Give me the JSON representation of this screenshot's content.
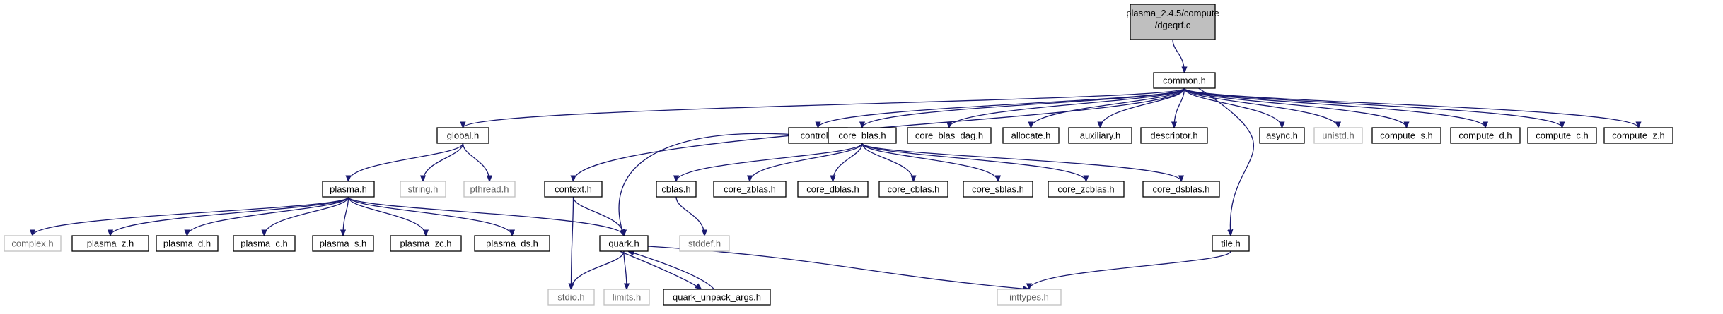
{
  "graph": {
    "root": {
      "id": "root",
      "lines": [
        "plasma_2.4.5/compute",
        "/dgeqrf.c"
      ]
    },
    "nodes": [
      {
        "id": "common",
        "label": "common.h"
      },
      {
        "id": "global",
        "label": "global.h"
      },
      {
        "id": "context",
        "label": "context.h"
      },
      {
        "id": "control",
        "label": "control.h"
      },
      {
        "id": "core_blas",
        "label": "core_blas.h"
      },
      {
        "id": "core_blas_dag",
        "label": "core_blas_dag.h"
      },
      {
        "id": "allocate",
        "label": "allocate.h"
      },
      {
        "id": "auxiliary",
        "label": "auxiliary.h"
      },
      {
        "id": "descriptor",
        "label": "descriptor.h"
      },
      {
        "id": "tile",
        "label": "tile.h"
      },
      {
        "id": "async",
        "label": "async.h"
      },
      {
        "id": "unistd",
        "label": "unistd.h",
        "external": true
      },
      {
        "id": "compute_s",
        "label": "compute_s.h"
      },
      {
        "id": "compute_d",
        "label": "compute_d.h"
      },
      {
        "id": "compute_c",
        "label": "compute_c.h"
      },
      {
        "id": "compute_z",
        "label": "compute_z.h"
      },
      {
        "id": "plasma",
        "label": "plasma.h"
      },
      {
        "id": "string",
        "label": "string.h",
        "external": true
      },
      {
        "id": "pthread",
        "label": "pthread.h",
        "external": true
      },
      {
        "id": "cblas",
        "label": "cblas.h"
      },
      {
        "id": "core_zblas",
        "label": "core_zblas.h"
      },
      {
        "id": "core_dblas",
        "label": "core_dblas.h"
      },
      {
        "id": "core_cblas",
        "label": "core_cblas.h"
      },
      {
        "id": "core_sblas",
        "label": "core_sblas.h"
      },
      {
        "id": "core_zcblas",
        "label": "core_zcblas.h"
      },
      {
        "id": "core_dsblas",
        "label": "core_dsblas.h"
      },
      {
        "id": "complex",
        "label": "complex.h",
        "external": true
      },
      {
        "id": "plasma_z",
        "label": "plasma_z.h"
      },
      {
        "id": "plasma_d",
        "label": "plasma_d.h"
      },
      {
        "id": "plasma_c",
        "label": "plasma_c.h"
      },
      {
        "id": "plasma_s",
        "label": "plasma_s.h"
      },
      {
        "id": "plasma_zc",
        "label": "plasma_zc.h"
      },
      {
        "id": "plasma_ds",
        "label": "plasma_ds.h"
      },
      {
        "id": "quark",
        "label": "quark.h"
      },
      {
        "id": "stddef",
        "label": "stddef.h",
        "external": true
      },
      {
        "id": "stdio",
        "label": "stdio.h",
        "external": true
      },
      {
        "id": "limits",
        "label": "limits.h",
        "external": true
      },
      {
        "id": "quark_unpack_args",
        "label": "quark_unpack_args.h"
      },
      {
        "id": "inttypes",
        "label": "inttypes.h",
        "external": true
      }
    ],
    "edges": [
      [
        "root",
        "common"
      ],
      [
        "common",
        "global"
      ],
      [
        "common",
        "context"
      ],
      [
        "common",
        "control"
      ],
      [
        "common",
        "core_blas"
      ],
      [
        "common",
        "core_blas_dag"
      ],
      [
        "common",
        "allocate"
      ],
      [
        "common",
        "auxiliary"
      ],
      [
        "common",
        "descriptor"
      ],
      [
        "common",
        "tile"
      ],
      [
        "common",
        "async"
      ],
      [
        "common",
        "unistd"
      ],
      [
        "common",
        "compute_s"
      ],
      [
        "common",
        "compute_d"
      ],
      [
        "common",
        "compute_c"
      ],
      [
        "common",
        "compute_z"
      ],
      [
        "global",
        "plasma"
      ],
      [
        "global",
        "string"
      ],
      [
        "global",
        "pthread"
      ],
      [
        "plasma",
        "complex"
      ],
      [
        "plasma",
        "plasma_z"
      ],
      [
        "plasma",
        "plasma_d"
      ],
      [
        "plasma",
        "plasma_c"
      ],
      [
        "plasma",
        "plasma_s"
      ],
      [
        "plasma",
        "plasma_zc"
      ],
      [
        "plasma",
        "plasma_ds"
      ],
      [
        "plasma",
        "quark"
      ],
      [
        "context",
        "quark"
      ],
      [
        "context",
        "stdio"
      ],
      [
        "core_blas",
        "quark"
      ],
      [
        "core_blas",
        "cblas"
      ],
      [
        "core_blas",
        "core_zblas"
      ],
      [
        "core_blas",
        "core_dblas"
      ],
      [
        "core_blas",
        "core_cblas"
      ],
      [
        "core_blas",
        "core_sblas"
      ],
      [
        "core_blas",
        "core_zcblas"
      ],
      [
        "core_blas",
        "core_dsblas"
      ],
      [
        "cblas",
        "stddef"
      ],
      [
        "quark",
        "stdio"
      ],
      [
        "quark",
        "limits"
      ],
      [
        "quark",
        "quark_unpack_args"
      ],
      [
        "quark",
        "inttypes"
      ],
      [
        "quark_unpack_args",
        "quark"
      ],
      [
        "tile",
        "inttypes"
      ]
    ]
  }
}
